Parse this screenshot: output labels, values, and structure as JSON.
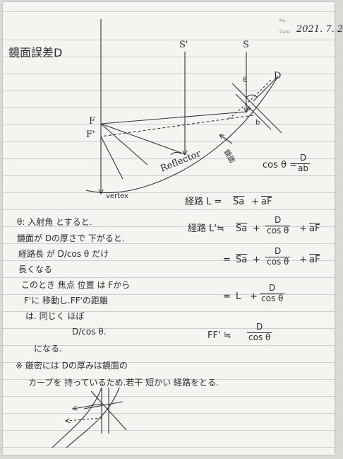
{
  "header": {
    "no_label": "No.",
    "date_label": "Date",
    "date": "2021. 7. 2"
  },
  "title": "鏡面誤差D",
  "diagram": {
    "labels": {
      "s_prime": "S'",
      "s": "S",
      "f": "F",
      "f_prime": "F'",
      "theta": "θ",
      "d": "D",
      "a": "a",
      "b": "b",
      "reflector": "Reflector",
      "vertex": "vertex",
      "mirror_surface": "鏡面"
    }
  },
  "cos_eq": {
    "lhs": "cos θ =",
    "num": "D",
    "den": "ab"
  },
  "path_eq": {
    "l_label": "経路 L =",
    "sa": "Sa",
    "plus": "+",
    "af": "aF",
    "lp_label": "経路 L'≒",
    "d": "D",
    "cos": "cos θ",
    "eq": "=",
    "l": "L",
    "ff_label": "FF' ≒"
  },
  "notes": {
    "line1": "θ: 入射角 とすると.",
    "line2": "鏡面が Dの厚さで 下がると.",
    "line3": "経路長 が D/cos θ だけ",
    "line4": "長くなる",
    "line5": "このとき 焦点 位置 は Fから",
    "line6": "F'に 移動し.FF'の距離",
    "line7": "は. 同じく ほぼ",
    "line8": "D/cos θ.",
    "line9": "になる.",
    "star": "※ 厳密には Dの厚みは鏡面の",
    "star2": "カーブを 持っているため.若干 短かい 経路をとる."
  }
}
